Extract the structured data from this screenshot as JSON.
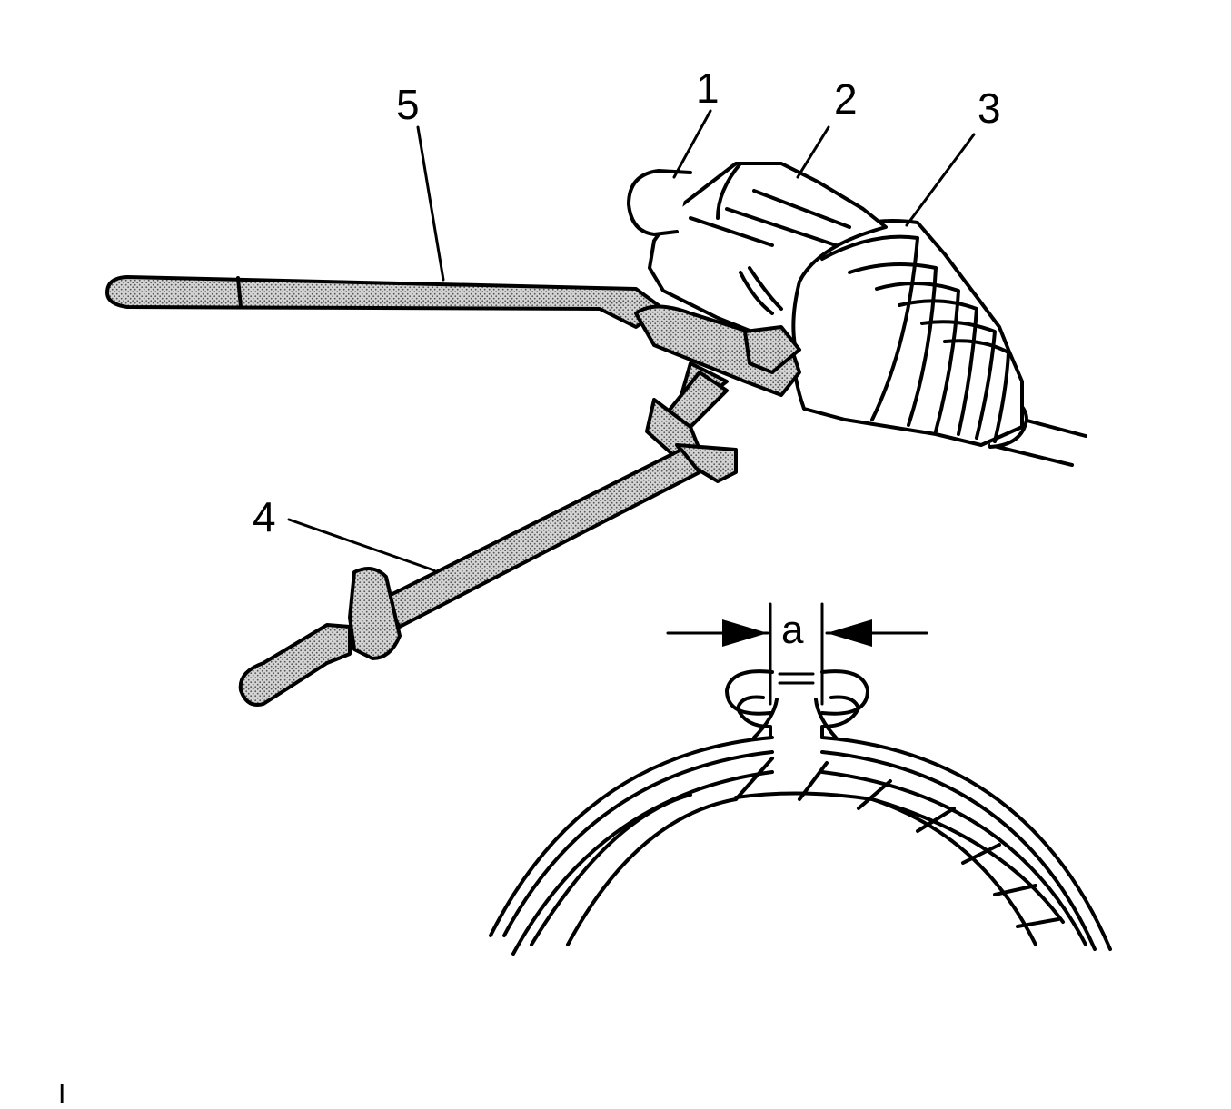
{
  "callouts": {
    "one": "1",
    "two": "2",
    "three": "3",
    "four": "4",
    "five": "5",
    "dimension": "a"
  },
  "corner_mark": "I",
  "colors": {
    "ink": "#000000",
    "tool_fill": "#c8c8c8",
    "background": "#ffffff"
  },
  "icons": {
    "tool": "clamp-pliers-icon",
    "boot": "cv-boot-icon"
  }
}
